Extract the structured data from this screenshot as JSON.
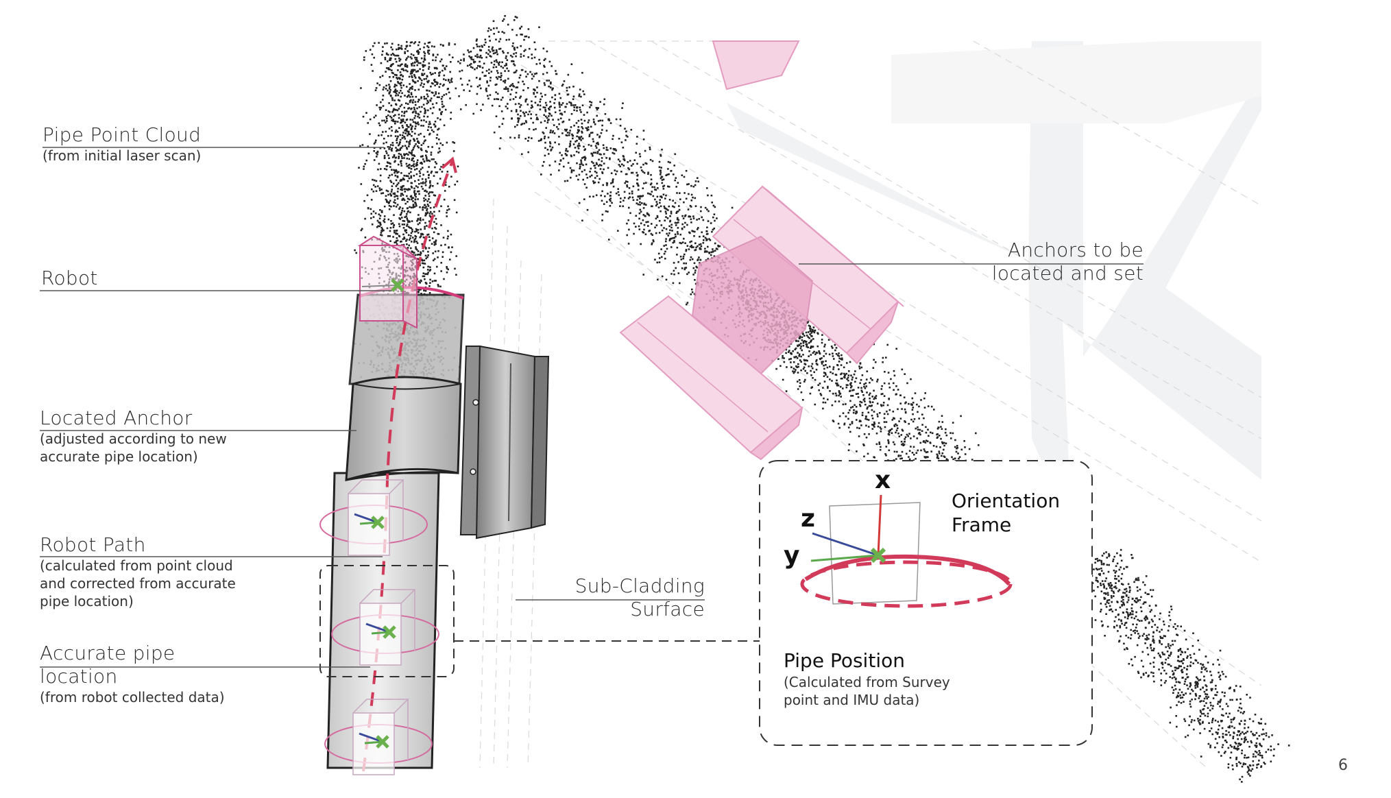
{
  "labels": {
    "pipe_point_cloud": {
      "title": "Pipe Point Cloud",
      "sub": "(from initial laser scan)"
    },
    "robot": {
      "title": "Robot"
    },
    "located_anchor": {
      "title": "Located Anchor",
      "sub1": "(adjusted according to new",
      "sub2": "accurate pipe location)"
    },
    "robot_path": {
      "title": "Robot Path",
      "sub1": "(calculated from point cloud",
      "sub2": "and corrected from accurate",
      "sub3": "pipe location)"
    },
    "accurate_pipe": {
      "title1": "Accurate pipe",
      "title2": "location",
      "sub": "(from robot collected data)"
    },
    "anchors_to_be": {
      "line1": "Anchors to be",
      "line2": "located and set"
    },
    "sub_cladding": {
      "line1": "Sub-Cladding",
      "line2": "Surface"
    }
  },
  "inset": {
    "orientation_frame": {
      "line1": "Orientation",
      "line2": "Frame"
    },
    "axes": {
      "x": "x",
      "y": "y",
      "z": "z"
    },
    "pipe_position": {
      "title": "Pipe Position",
      "sub1": "(Calculated from Survey",
      "sub2": "point and IMU data)"
    }
  },
  "page_number": "6",
  "colors": {
    "accent_red": "#d23a5a",
    "anchor_pink": "#f3c7dc",
    "anchor_pink_stroke": "#e39cc0",
    "pipe_gray": "#d8d8d8",
    "anchor_metal": "#9a9a9a",
    "leader_line": "#555555",
    "x_axis": "#d23a3a",
    "y_axis": "#5aa84a",
    "z_axis": "#3a4a9a"
  }
}
